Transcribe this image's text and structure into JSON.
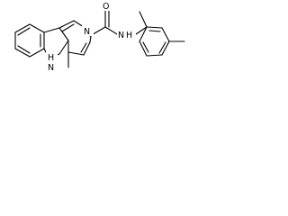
{
  "structure": {
    "atoms": {
      "carbonyl_oxygen": "O",
      "amide_nitrogen": "N",
      "amide_hydrogen": "H",
      "pyridine_nitrogen": "N",
      "indole_nitrogen": "N",
      "indole_hydrogen": "H"
    },
    "colors": {
      "bond": "#000000",
      "label": "#000000",
      "background": "#ffffff"
    }
  }
}
